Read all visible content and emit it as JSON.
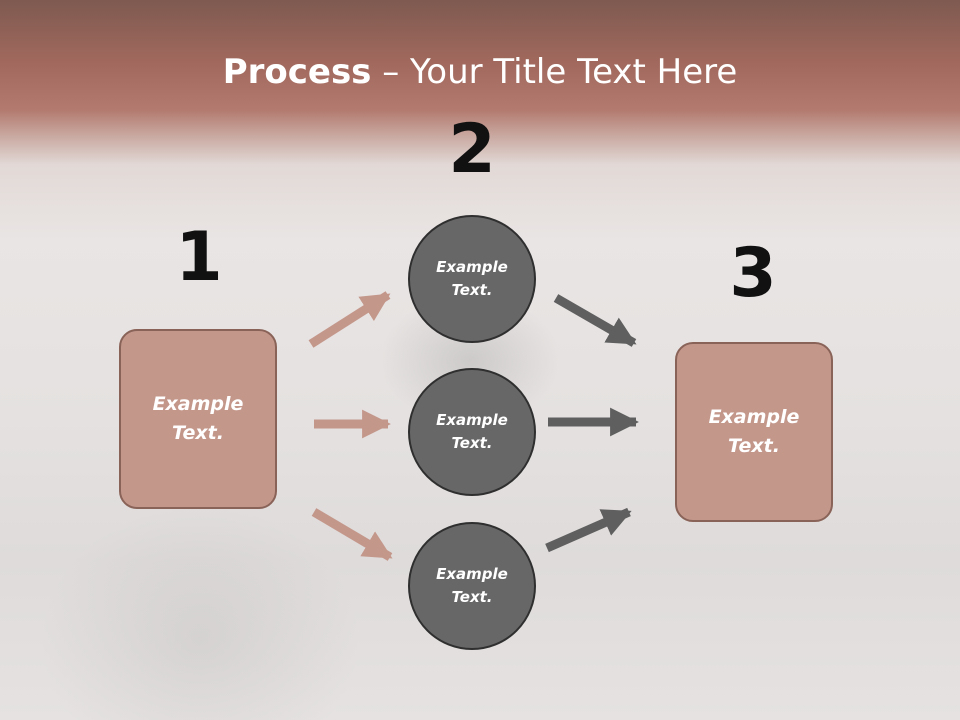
{
  "slide": {
    "title_strong": "Process",
    "title_rest": " – Your Title Text Here"
  },
  "steps": [
    {
      "number": "1",
      "text": "Example Text."
    },
    {
      "number": "2",
      "text": "Example Text."
    },
    {
      "number": "3",
      "text": "Example Text."
    }
  ],
  "circles": [
    {
      "text": "Example Text."
    },
    {
      "text": "Example Text."
    },
    {
      "text": "Example Text."
    }
  ],
  "colors": {
    "box_fill": "#c4978b",
    "circle_fill": "#676767",
    "arrow_pink": "#c4978b",
    "arrow_gray": "#5f5f5f"
  }
}
